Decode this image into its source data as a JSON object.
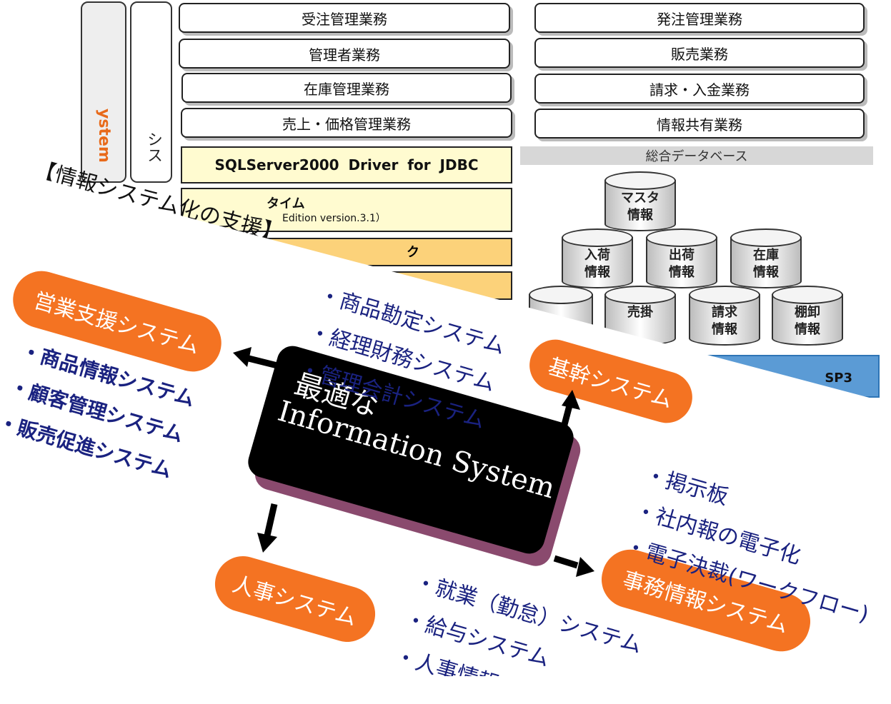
{
  "back_panel": {
    "vertical_orange": "ystem",
    "vertical_black": "シス",
    "left_boxes": [
      "受注管理業務",
      "管理者業務",
      "在庫管理業務",
      "売上・価格管理業務"
    ],
    "right_boxes": [
      "発注管理業務",
      "販売業務",
      "請求・入金業務",
      "情報共有業務"
    ],
    "driver": "SQLServer2000 Driver for JDBC",
    "runtime_title": "タイム",
    "runtime_sub": "Edition version.3.1）",
    "orange_frag": "ク",
    "db_bar": "総合データベース",
    "cylinders": [
      "マスタ情報",
      "入荷情報",
      "出荷情報",
      "在庫情報",
      "売掛",
      "請求情報",
      "棚卸情報"
    ],
    "blue_bar": "SP3"
  },
  "front_panel": {
    "heading": "【情報システム化の支援】",
    "center": {
      "line1": "最適な",
      "line2": "Information System"
    },
    "pills": {
      "sales": "営業支援システム",
      "core": "基幹システム",
      "hr": "人事システム",
      "office": "事務情報システム"
    },
    "sales_items": [
      "・商品情報システム",
      "・顧客管理システム",
      "・販売促進システム"
    ],
    "core_items": [
      "・商品勘定システム",
      "・経理財務システム",
      "・管理会計システム"
    ],
    "office_items": [
      "・掲示板",
      "・社内報の電子化",
      "・電子決裁(ワークフロー)"
    ],
    "hr_items": [
      "・就業（勤怠）システム",
      "・給与システム",
      "・人事情報シ"
    ]
  },
  "colors": {
    "orange": "#f47322",
    "navy": "#1a2280",
    "blue_bar": "#5b9bd5",
    "center_shadow": "#8a4a6e"
  }
}
